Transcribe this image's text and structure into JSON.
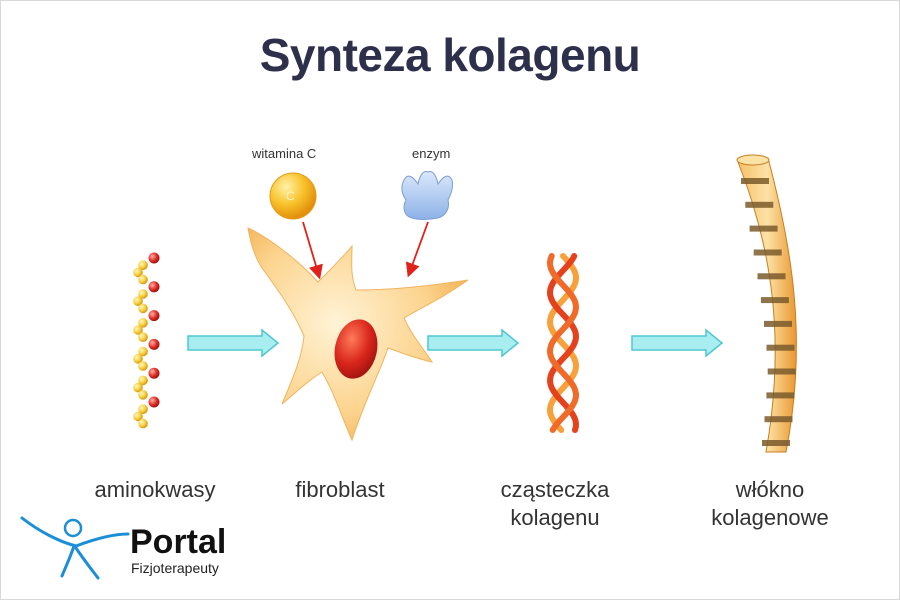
{
  "title": "Synteza kolagenu",
  "inputs": {
    "vitamin_c_label": "witamina C",
    "vitamin_c_symbol": "C",
    "enzyme_label": "enzym"
  },
  "stages": [
    {
      "label": "aminokwasy"
    },
    {
      "label": "fibroblast"
    },
    {
      "label": "cząsteczka\nkolagenu"
    },
    {
      "label": "włókno\nkolagenowe"
    }
  ],
  "logo": {
    "name": "Portal",
    "subtitle": "Fizjoterapeuty"
  },
  "colors": {
    "title": "#2e2f4b",
    "arrow_fill": "#a8eef0",
    "arrow_stroke": "#4fc7d0",
    "cell": "#fcd79a",
    "nucleus": "#d62a1e",
    "vitamin": "#f5b321",
    "enzyme": "#a9c6ef",
    "fiber": "#f6b14a",
    "fiber_band": "#7a5a2c",
    "helix_red": "#e4411c",
    "helix_orange": "#f6a13c",
    "logo_blue": "#1a8fd8"
  }
}
